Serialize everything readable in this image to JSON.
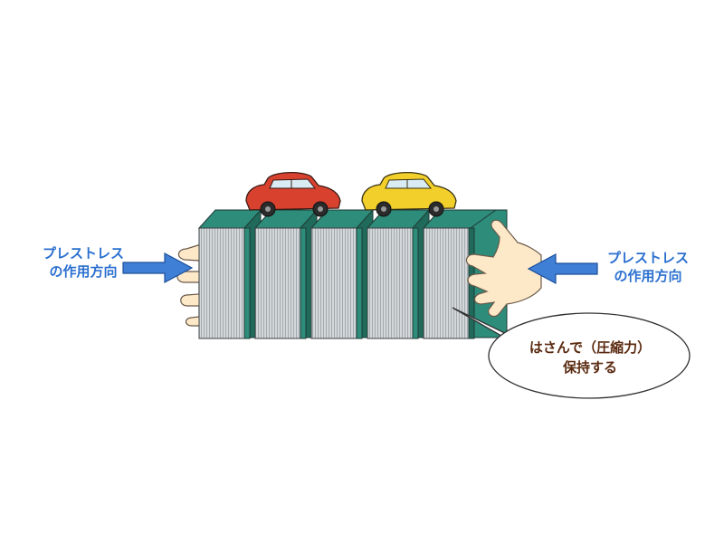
{
  "labels": {
    "left": {
      "line1": "プレストレス",
      "line2": "の作用方向"
    },
    "right": {
      "line1": "プレストレス",
      "line2": "の作用方向"
    }
  },
  "callout": {
    "line1": "はさんで（圧縮力）",
    "line2": "保持する"
  },
  "colors": {
    "arrow": "#3f7fd6",
    "arrow_stroke": "#1d4f9a",
    "book_cover": "#2e8c7a",
    "book_cover_dark": "#1f6a5a",
    "pages": "#cfd3d6",
    "label_text": "#2a6fcf",
    "callout_text": "#5a2a10",
    "skin": "#fde8c8",
    "car_red": "#d9412f",
    "car_yellow": "#f2cf2a"
  },
  "icons": [
    "arrow-right-icon",
    "arrow-left-icon",
    "book-icon",
    "hand-icon",
    "car-icon"
  ]
}
